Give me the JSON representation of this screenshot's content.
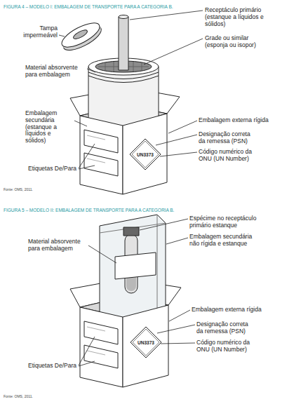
{
  "diagram": {
    "nodes": [
      {
        "text": [
          "UN3373"
        ]
      },
      {
        "text": [
          "UN3373"
        ]
      }
    ],
    "labels": [
      "FIGURA 4 – MODELO I: EMBALAGEM DE TRANSPORTE PARA A CATEGORIA B.",
      "Tampa impermeável",
      "Receptáculo primário (estanque a líquidos e sólidos)",
      "Grade ou similar (esponja ou isopor)",
      "Material absorvente para embalagem",
      "Embalagem secundária (estanque a líquidos e sólidos)",
      "Embalagem externa rígida",
      "Designação correta da remessa (PSN)",
      "Código numérico da ONU (UN Number)",
      "Etiquetas De/Para",
      "Fonte: OMS, 2011.",
      "FIGURA 5 – MODELO II: EMBALAGEM DE TRANSPORTE PARA A CATEGORIA B.",
      "Espécime no receptáculo primário estanque",
      "Material absorvente para embalagem",
      "Embalagem secundária não rígida e estanque",
      "Embalagem externa rígida",
      "Designação correta da remessa (PSN)",
      "Código numérico da ONU (UN Number)",
      "Etiquetas De/Para",
      "Fonte: OMS, 2011."
    ]
  }
}
